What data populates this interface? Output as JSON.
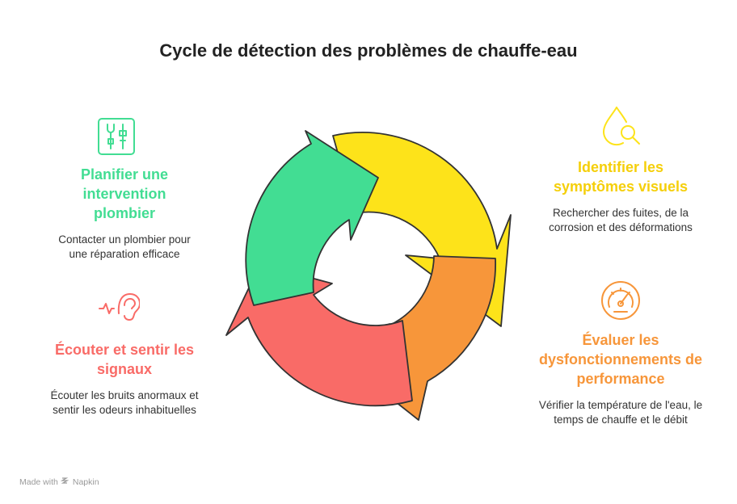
{
  "title": "Cycle de détection des problèmes de chauffe-eau",
  "steps": {
    "identifier": {
      "heading": "Identifier les symptômes visuels",
      "description": "Rechercher des fuites, de la corrosion et des déformations",
      "color": "#FDE31A",
      "icon": "drop-magnifier-icon"
    },
    "evaluer": {
      "heading": "Évaluer les dysfonctionnements de performance",
      "description": "Vérifier la température de l'eau, le temps de chauffe et le débit",
      "color": "#F7963A",
      "icon": "gauge-icon"
    },
    "ecouter": {
      "heading": "Écouter et sentir les signaux",
      "description": "Écouter les bruits anormaux et sentir les odeurs inhabituelles",
      "color": "#F96B67",
      "icon": "ear-icon"
    },
    "planifier": {
      "heading": "Planifier une intervention plombier",
      "description": "Contacter un plombier pour une réparation efficace",
      "color": "#42DD93",
      "icon": "plumbing-tools-icon"
    }
  },
  "footer": {
    "made_with": "Made with",
    "brand": "Napkin"
  }
}
